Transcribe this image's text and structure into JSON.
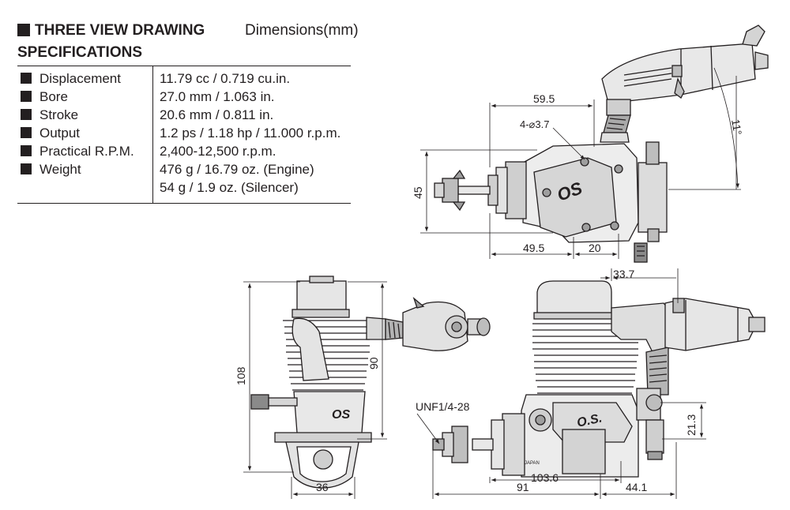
{
  "header": {
    "title": "THREE VIEW DRAWING",
    "dimensions_label": "Dimensions(mm)",
    "specifications_label": "SPECIFICATIONS"
  },
  "specs": [
    {
      "label": "Displacement",
      "values": [
        "11.79 cc / 0.719 cu.in."
      ]
    },
    {
      "label": "Bore",
      "values": [
        "27.0 mm / 1.063 in."
      ]
    },
    {
      "label": "Stroke",
      "values": [
        "20.6 mm / 0.811 in."
      ]
    },
    {
      "label": "Output",
      "values": [
        "1.2 ps / 1.18 hp / 11.000 r.p.m."
      ]
    },
    {
      "label": "Practical R.P.M.",
      "values": [
        "2,400-12,500 r.p.m."
      ]
    },
    {
      "label": "Weight",
      "values": [
        "476 g / 16.79 oz. (Engine)",
        "54 g / 1.9 oz. (Silencer)"
      ]
    }
  ],
  "top_view": {
    "dim_length": "59.5",
    "dim_holes": "4-⌀3.7",
    "dim_height": "45",
    "dim_mount": "49.5",
    "dim_rear": "20",
    "dim_angle": "11°",
    "logo_text": "OS"
  },
  "front_view": {
    "dim_width": "36",
    "dim_height_total": "108",
    "dim_height_mid": "90",
    "logo_text": "OS"
  },
  "side_view": {
    "dim_33_7": "33.7",
    "dim_thread": "UNF1/4-28",
    "dim_21_3": "21.3",
    "dim_103_6": "103.6",
    "dim_91": "91",
    "dim_44_1": "44.1",
    "logo_text": "O.S.",
    "badge_text": "JAPAN"
  }
}
